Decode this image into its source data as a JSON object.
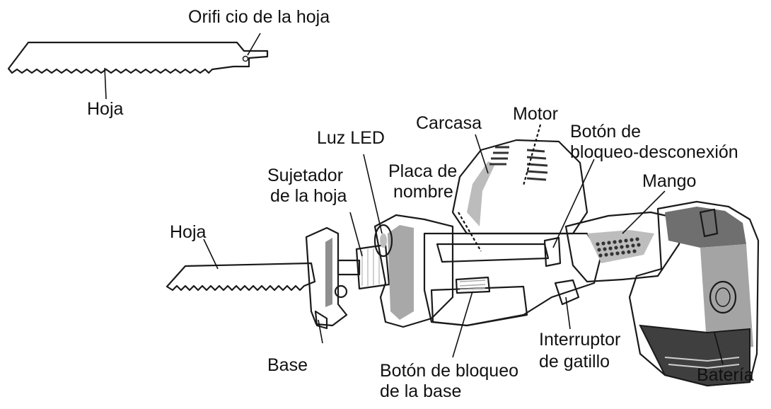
{
  "labels": {
    "blade_hole": "Orifi cio de la hoja",
    "blade_top": "Hoja",
    "housing": "Carcasa",
    "motor": "Motor",
    "lock_off_1": "Botón de",
    "lock_off_2": "bloqueo-desconexión",
    "led": "Luz LED",
    "holder_1": "Sujetador",
    "holder_2": "de la hoja",
    "nameplate_1": "Placa de",
    "nameplate_2": "nombre",
    "handle": "Mango",
    "blade_saw": "Hoja",
    "base": "Base",
    "base_lock_1": "Botón de bloqueo",
    "base_lock_2": "de la base",
    "trigger_1": "Interruptor",
    "trigger_2": "de gatillo",
    "battery": "Batería"
  },
  "colors": {
    "body_light": "#d4d4d4",
    "body_mid": "#a9a9a9",
    "body_dark": "#7a7a7a",
    "body_darker": "#5a5a5a",
    "outline": "#1a1a1a"
  }
}
